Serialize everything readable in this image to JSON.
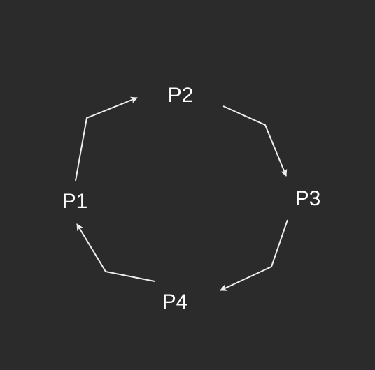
{
  "diagram": {
    "nodes": [
      {
        "id": "P1",
        "label": "P1"
      },
      {
        "id": "P2",
        "label": "P2"
      },
      {
        "id": "P3",
        "label": "P3"
      },
      {
        "id": "P4",
        "label": "P4"
      }
    ],
    "edges": [
      {
        "from": "P1",
        "to": "P2"
      },
      {
        "from": "P2",
        "to": "P3"
      },
      {
        "from": "P3",
        "to": "P4"
      },
      {
        "from": "P4",
        "to": "P1"
      }
    ],
    "colors": {
      "background": "#2b2b2b",
      "foreground": "#ffffff",
      "edge": "#eeeeee"
    }
  }
}
